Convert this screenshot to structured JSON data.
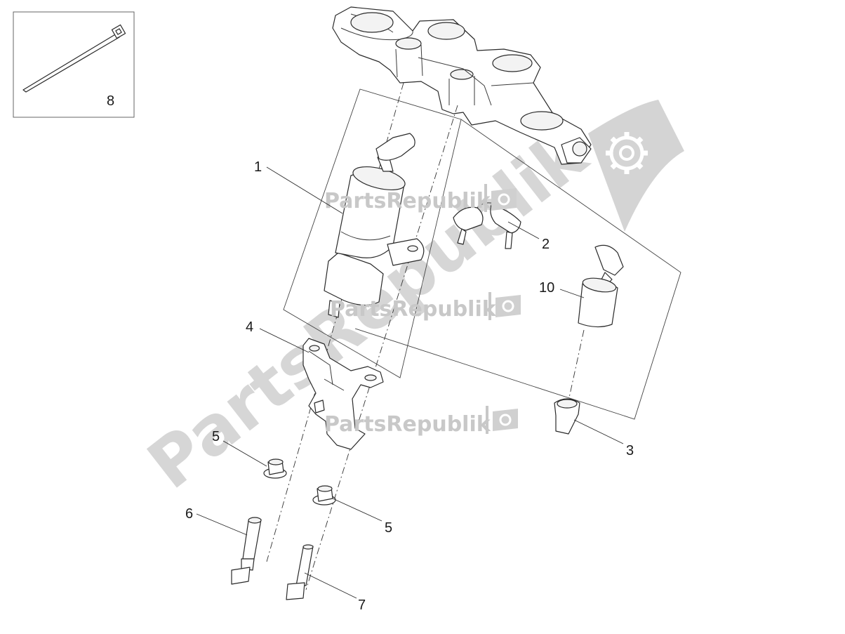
{
  "watermark": {
    "brand": "PartsRepublik",
    "color": "#c8c8c8"
  },
  "callouts": [
    {
      "id": "1",
      "label": "1"
    },
    {
      "id": "2",
      "label": "2"
    },
    {
      "id": "3",
      "label": "3"
    },
    {
      "id": "4",
      "label": "4"
    },
    {
      "id": "5a",
      "label": "5"
    },
    {
      "id": "5b",
      "label": "5"
    },
    {
      "id": "6",
      "label": "6"
    },
    {
      "id": "7",
      "label": "7"
    },
    {
      "id": "8",
      "label": "8"
    },
    {
      "id": "10",
      "label": "10"
    }
  ],
  "icons": [
    "gear-icon",
    "flag-gear-icon"
  ]
}
